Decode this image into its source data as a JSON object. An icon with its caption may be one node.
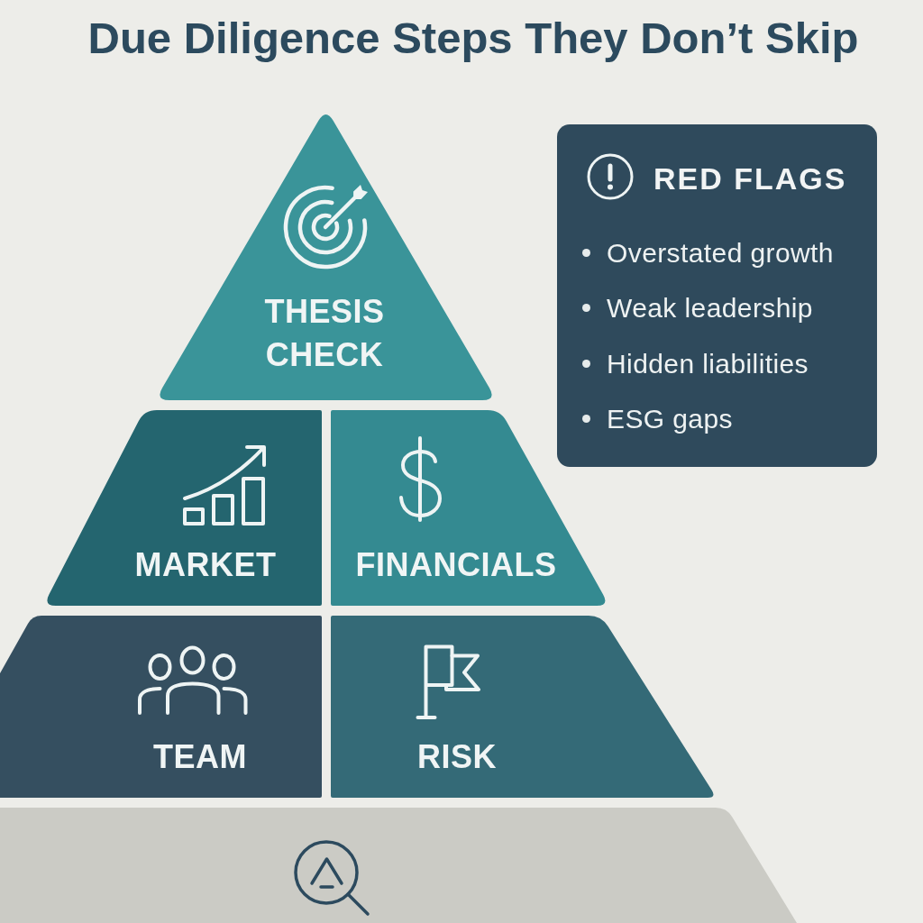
{
  "diagram": {
    "title": "Due Diligence Steps They Don’t Skip",
    "nodes": [
      {
        "text": [
          "THESIS CHECK"
        ]
      },
      {
        "text": [
          "MARKET"
        ]
      },
      {
        "text": [
          "FINANCIALS"
        ]
      },
      {
        "text": [
          "TEAM"
        ]
      },
      {
        "text": [
          "RISK"
        ]
      },
      {
        "text": [],
        "shape": "box"
      },
      {
        "text": [
          "RED FLAGS",
          "Overstated growth",
          "Weak leadership",
          "Hidden liabilities",
          "ESG gaps"
        ]
      }
    ]
  }
}
